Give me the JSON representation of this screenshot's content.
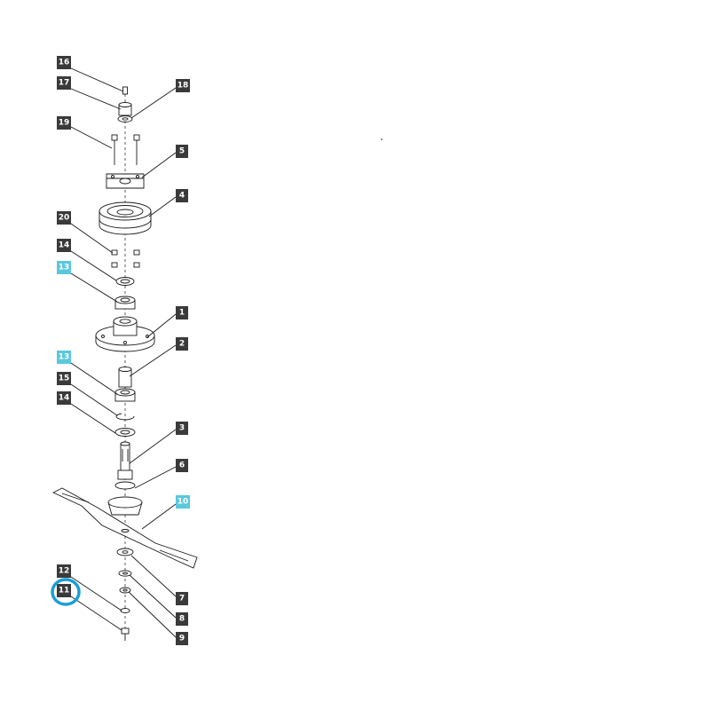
{
  "diagram": {
    "callouts": [
      {
        "id": "16",
        "text": "16",
        "highlight": false
      },
      {
        "id": "17",
        "text": "17",
        "highlight": false
      },
      {
        "id": "18",
        "text": "18",
        "highlight": false
      },
      {
        "id": "19",
        "text": "19",
        "highlight": false
      },
      {
        "id": "5",
        "text": "5",
        "highlight": false
      },
      {
        "id": "4",
        "text": "4",
        "highlight": false
      },
      {
        "id": "20",
        "text": "20",
        "highlight": false
      },
      {
        "id": "14a",
        "text": "14",
        "highlight": false
      },
      {
        "id": "13a",
        "text": "13",
        "highlight": true
      },
      {
        "id": "1",
        "text": "1",
        "highlight": false
      },
      {
        "id": "2",
        "text": "2",
        "highlight": false
      },
      {
        "id": "13b",
        "text": "13",
        "highlight": true
      },
      {
        "id": "15",
        "text": "15",
        "highlight": false
      },
      {
        "id": "14b",
        "text": "14",
        "highlight": false
      },
      {
        "id": "3",
        "text": "3",
        "highlight": false
      },
      {
        "id": "6",
        "text": "6",
        "highlight": false
      },
      {
        "id": "10",
        "text": "10",
        "highlight": true
      },
      {
        "id": "12",
        "text": "12",
        "highlight": false
      },
      {
        "id": "11",
        "text": "11",
        "highlight": false,
        "circled": true
      },
      {
        "id": "7",
        "text": "7",
        "highlight": false
      },
      {
        "id": "8",
        "text": "8",
        "highlight": false
      },
      {
        "id": "9",
        "text": "9",
        "highlight": false
      }
    ],
    "colors": {
      "label_dark": "#3a3a3a",
      "label_highlight": "#5bc8dc",
      "circle_marker": "#1a9fd6",
      "line": "#1a1a1a"
    }
  }
}
